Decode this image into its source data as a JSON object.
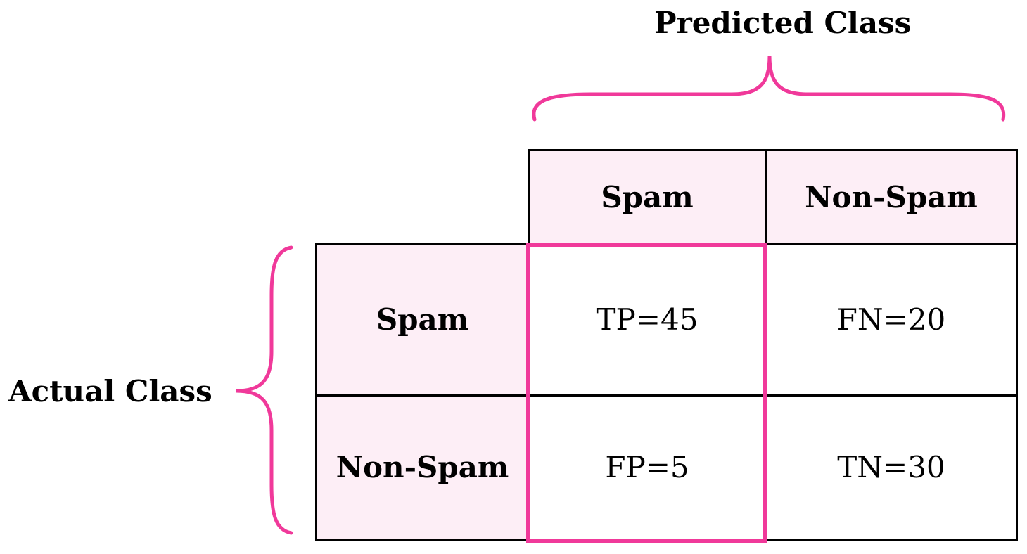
{
  "predicted_label": "Predicted Class",
  "actual_label": "Actual Class",
  "columns": [
    "Spam",
    "Non-Spam"
  ],
  "rows": [
    "Spam",
    "Non-Spam"
  ],
  "cells": [
    [
      "TP=45",
      "FN=20"
    ],
    [
      "FP=5",
      "TN=30"
    ]
  ],
  "highlighted_column": "Spam",
  "colors": {
    "accent": "#f0399a",
    "header_fill": "#fdeef6",
    "border": "#000000"
  }
}
